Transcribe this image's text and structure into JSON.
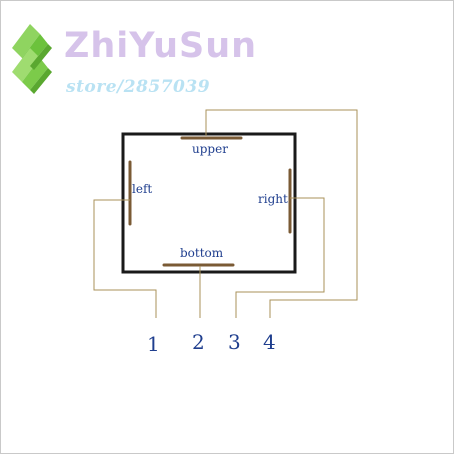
{
  "brand": {
    "name": "ZhiYuSun",
    "store": "store/2857039"
  },
  "diagram": {
    "sides": {
      "upper": "upper",
      "left": "left",
      "right": "right",
      "bottom": "bottom"
    },
    "pins": [
      "1",
      "2",
      "3",
      "4"
    ]
  },
  "colors": {
    "brand_text": "#d6c3ea",
    "store_text": "#b9e2f3",
    "label_text": "#1f3e8e",
    "wire": "#a9925a",
    "pad": "#7a5a34",
    "logo_green": "#8fd460"
  }
}
